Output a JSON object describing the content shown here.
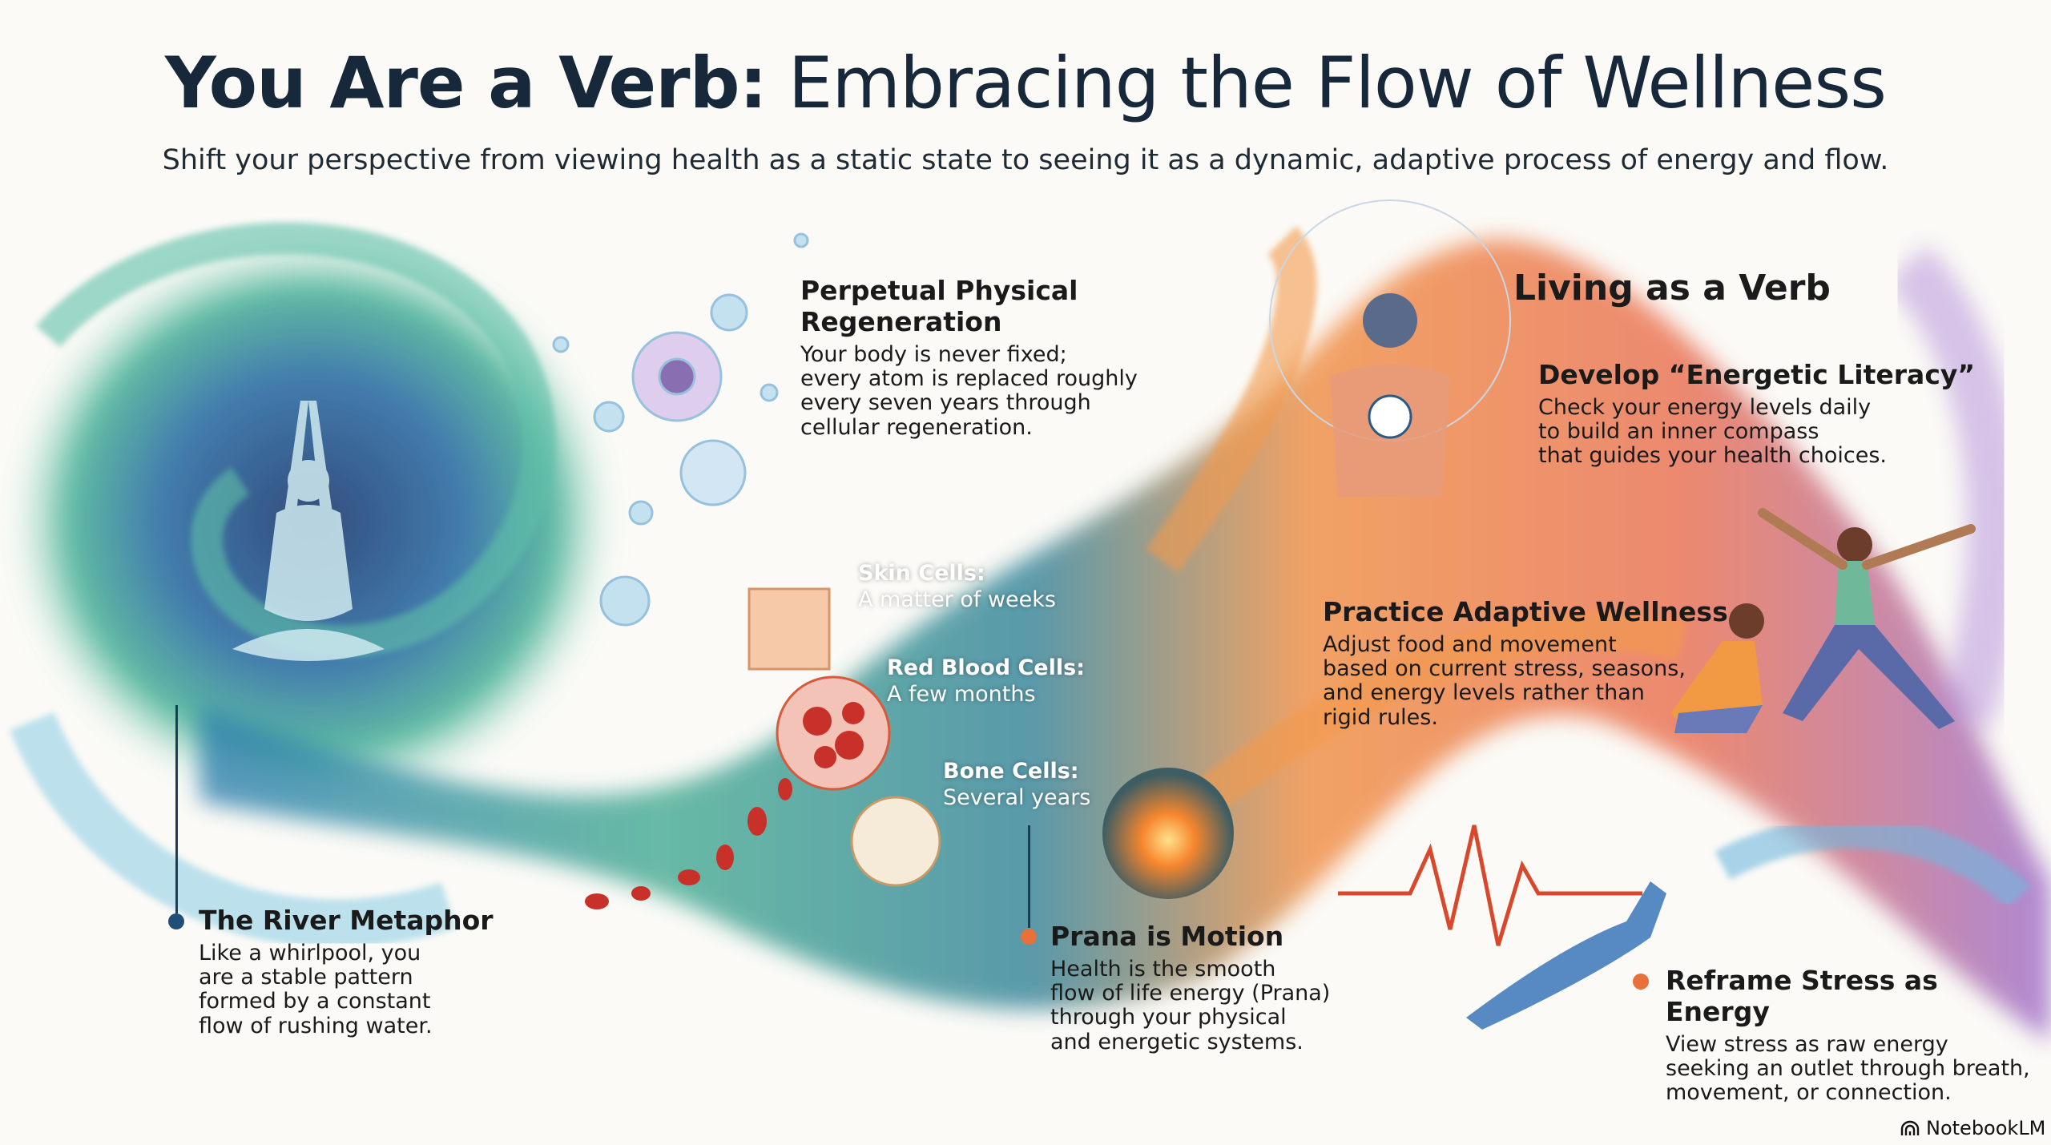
{
  "header": {
    "title_bold": "You Are a Verb:",
    "title_rest": "Embracing the Flow of Wellness",
    "subtitle": "Shift your perspective from viewing health as a static state to seeing it as a dynamic, adaptive process of energy and flow."
  },
  "sections": {
    "regeneration": {
      "heading_line1": "Perpetual Physical",
      "heading_line2": "Regeneration",
      "body": [
        "Your body is never fixed;",
        "every atom is replaced roughly",
        "every seven years through",
        "cellular regeneration."
      ]
    },
    "skin": {
      "heading": "Skin Cells:",
      "body": "A matter of weeks"
    },
    "blood": {
      "heading": "Red Blood Cells:",
      "body": "A few months"
    },
    "bone": {
      "heading": "Bone Cells:",
      "body": "Several years"
    },
    "river": {
      "heading": "The River Metaphor",
      "body": [
        "Like a whirlpool, you",
        "are a stable pattern",
        "formed by a constant",
        "flow of rushing water."
      ]
    },
    "prana": {
      "heading": "Prana is Motion",
      "body": [
        "Health is the smooth",
        "flow of life energy (Prana)",
        "through your physical",
        "and energetic systems."
      ]
    },
    "living": {
      "heading": "Living as a Verb"
    },
    "literacy": {
      "heading": "Develop “Energetic Literacy”",
      "body": [
        "Check your energy levels daily",
        "to build an inner compass",
        "that guides your health choices."
      ]
    },
    "adaptive": {
      "heading": "Practice Adaptive Wellness",
      "body": [
        "Adjust food and movement",
        "based on current stress, seasons,",
        "and energy levels rather than",
        "rigid rules."
      ]
    },
    "stress": {
      "heading": "Reframe Stress as Energy",
      "body": [
        "View stress as raw energy",
        "seeking an outlet through breath,",
        "movement, or connection."
      ]
    }
  },
  "branding": {
    "label": "NotebookLM"
  },
  "colors": {
    "title": "#16283a",
    "blue_dot": "#1f4e79",
    "orange_dot": "#e8703a",
    "teal": "#2a8a9a",
    "orange": "#f08a3c",
    "purple": "#9a6ac8"
  }
}
